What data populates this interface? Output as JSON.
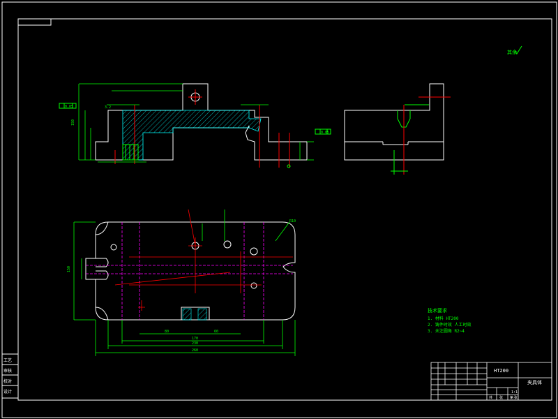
{
  "colors": {
    "background": "#000000",
    "outline": "#ffffff",
    "dimension": "#00ff00",
    "centerline": "#ff0000",
    "hidden": "#ff00ff",
    "note": "#00ff00",
    "text_white": "#ffffff"
  },
  "surface_mark": "其余",
  "tech_notes": {
    "title": "技术要求",
    "lines": [
      "1. 材料 HT200",
      "2. 铸件时效 人工时效",
      "3. 未注圆角 R2~4"
    ]
  },
  "title_block": {
    "material": "HT200",
    "part_name": "夹具体",
    "scale": "1:1",
    "sheet_labels": [
      "共",
      "张",
      "第",
      "张"
    ]
  },
  "left_stamp": {
    "lines": [
      "工艺",
      "审核",
      "校对",
      "设计"
    ]
  },
  "dimensions": {
    "top_width": "260",
    "mid_width": "230",
    "inner_width": "170",
    "hole_spacing": "80",
    "pitch": "60",
    "height": "150",
    "flatness_left": "0.05",
    "flatness_right": "0.05",
    "roughness": "3.2",
    "radius": "R10"
  }
}
